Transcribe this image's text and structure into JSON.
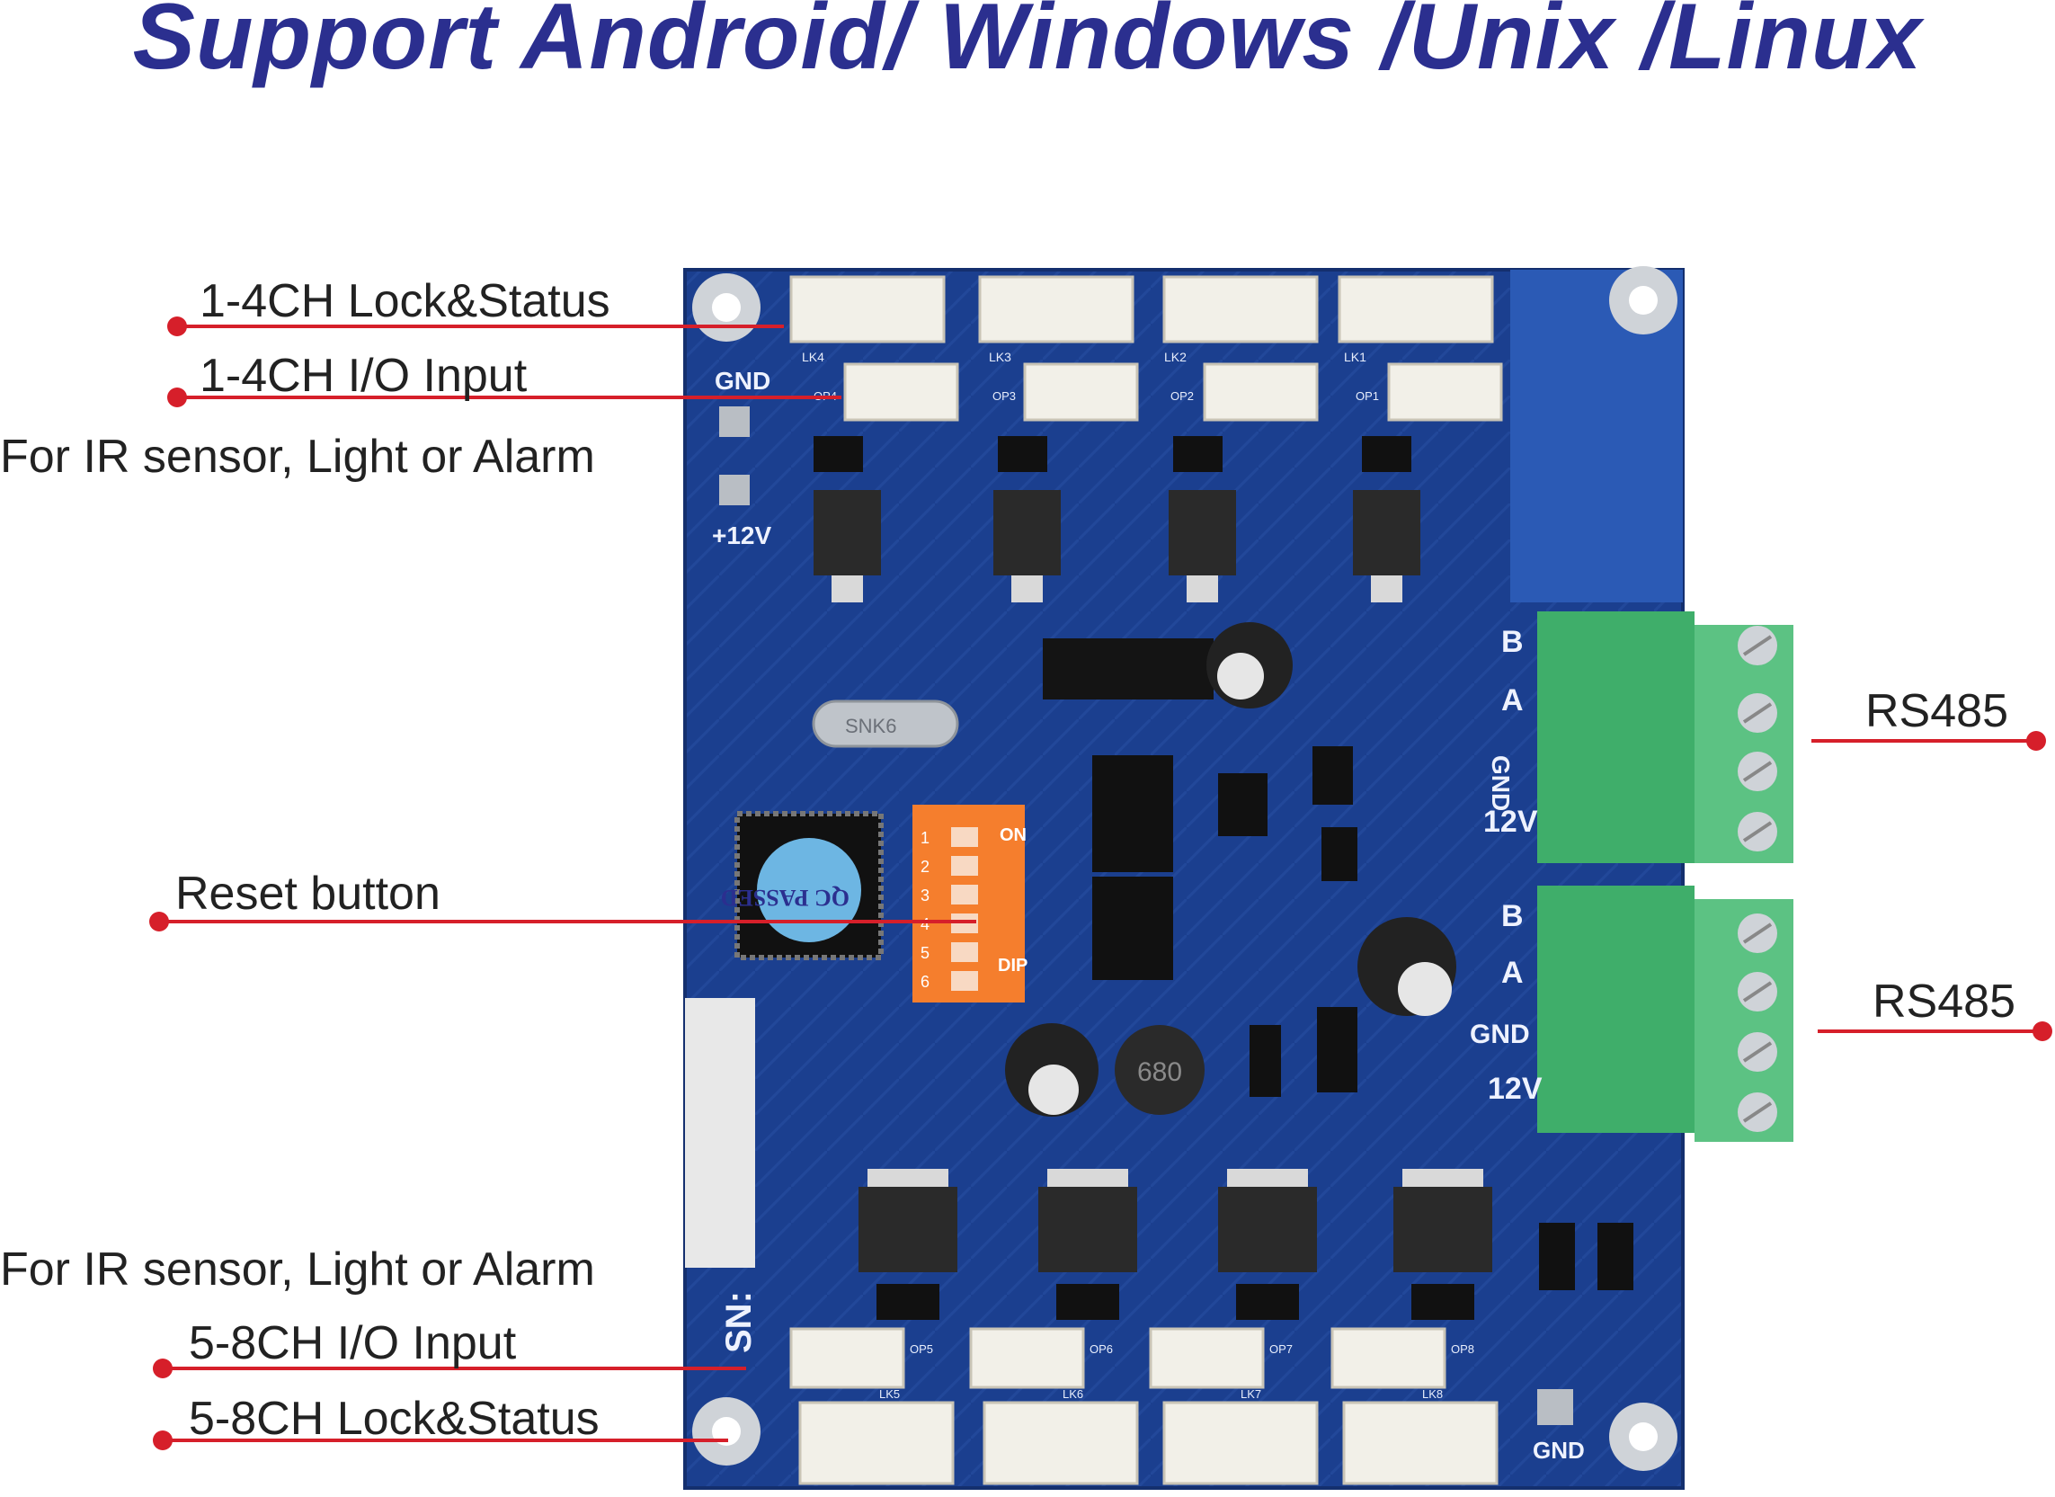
{
  "title": "Support Android/ Windows /Unix /Linux",
  "labels": {
    "lock_1_4": "1-4CH Lock&Status",
    "input_1_4": "1-4CH I/O Input",
    "sensor_top": "For IR sensor, Light or Alarm",
    "reset": "Reset button",
    "sensor_bottom": "For IR sensor, Light or Alarm",
    "input_5_8": "5-8CH I/O Input",
    "lock_5_8": "5-8CH Lock&Status",
    "rs485_top": "RS485",
    "rs485_bottom": "RS485"
  },
  "board": {
    "gnd_top": "GND",
    "v12": "+12V",
    "gnd_bottom": "GND",
    "sn": "SN:",
    "terminal_pins": [
      "B",
      "A",
      "GND",
      "12V"
    ],
    "lk_top": [
      "LK4",
      "LK3",
      "LK2",
      "LK1"
    ],
    "op_top": [
      "OP4",
      "OP3",
      "OP2",
      "OP1"
    ],
    "lk_bottom": [
      "LK5",
      "LK6",
      "LK7",
      "LK8"
    ],
    "op_bottom": [
      "OP5",
      "OP6",
      "OP7",
      "OP8"
    ],
    "dip_on": "ON",
    "dip_label": "DIP",
    "dip_numbers": [
      "1",
      "2",
      "3",
      "4",
      "5",
      "6"
    ],
    "inductor": "680",
    "qc": "QC PASSED",
    "crystal": "SNK6"
  },
  "colors": {
    "title": "#2b2f8f",
    "callout": "#d61f2a",
    "pcb": "#1b3f8f",
    "terminal": "#3fae6a",
    "dip": "#f57e2d"
  }
}
